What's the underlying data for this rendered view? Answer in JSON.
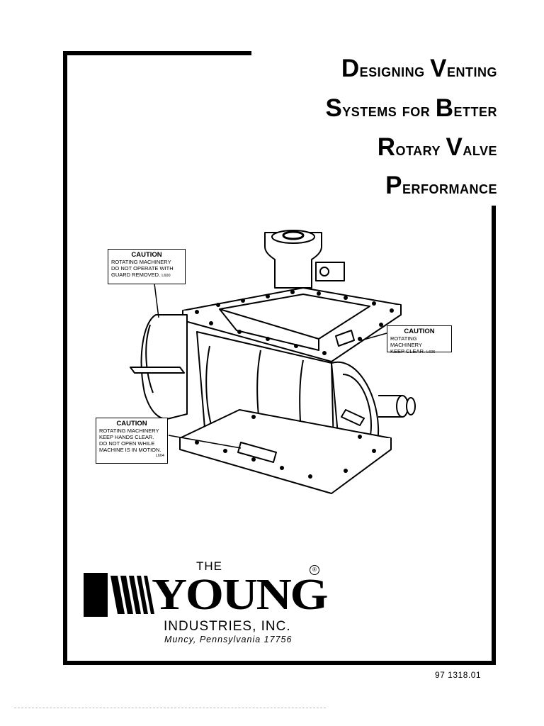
{
  "title": {
    "lines": [
      [
        {
          "cap": "D",
          "rest": "esigning "
        },
        {
          "cap": "V",
          "rest": "enting"
        }
      ],
      [
        {
          "cap": "S",
          "rest": "ystems for "
        },
        {
          "cap": "B",
          "rest": "etter"
        }
      ],
      [
        {
          "cap": "R",
          "rest": "otary "
        },
        {
          "cap": "V",
          "rest": "alve"
        }
      ],
      [
        {
          "cap": "P",
          "rest": "erformance"
        }
      ]
    ]
  },
  "labels": {
    "caution_1": {
      "heading": "CAUTION",
      "lines": [
        "ROTATING MACHINERY",
        "DO NOT OPERATE WITH",
        "GUARD REMOVED."
      ],
      "code": "L600"
    },
    "caution_2": {
      "heading": "CAUTION",
      "lines": [
        "ROTATING MACHINERY",
        "KEEP CLEAR."
      ],
      "code": "L605"
    },
    "caution_3": {
      "heading": "CAUTION",
      "lines": [
        "ROTATING MACHINERY",
        "KEEP HANDS CLEAR.",
        "DO NOT OPEN WHILE",
        "MACHINE IS IN MOTION."
      ],
      "code": "L604"
    }
  },
  "company": {
    "the": "THE",
    "logo_word": "YOUNG",
    "registered": "®",
    "name": "INDUSTRIES, INC.",
    "location": "Muncy, Pennsylvania 17756"
  },
  "doc_number": "97 1318.01",
  "illustration": {
    "subject": "rotary valve"
  }
}
